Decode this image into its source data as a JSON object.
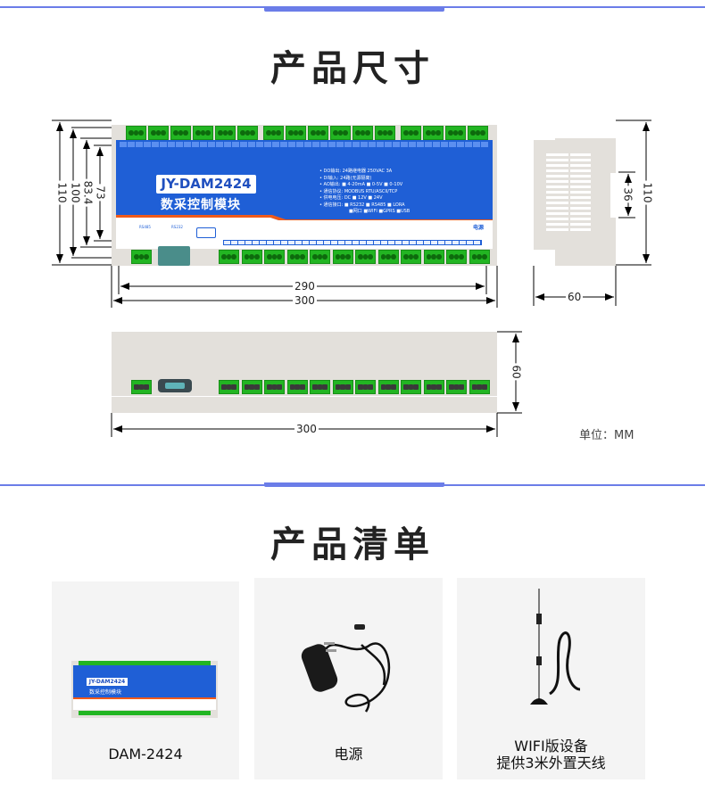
{
  "sections": {
    "dimensions": {
      "title": "产品尺寸"
    },
    "package": {
      "title": "产品清单"
    }
  },
  "module": {
    "model_label": "JY-DAM2424",
    "name_label": "数采控制模块",
    "specs": [
      "• DO输出:  24路继电器 250VAC 3A",
      "• DI输入:  24路(无源隔离)",
      "• AO输出:  ■ 4-20mA ■ 0-5V ■ 0-10V",
      "• 通信协议:  MODBUS RTU/ASCII/TCP",
      "• 供电电压:  DC ■ 12V ■ 24V",
      "• 通信接口:  ■ RS232 ■ RS485 ■ LORA",
      "■网口 ■WIFI ■GPRS ■USB"
    ],
    "power_label": "电源",
    "rs232_label": "RS232",
    "rs485_label": "RS485"
  },
  "dimensions": {
    "top_view": {
      "width_inner": "290",
      "width_outer": "300",
      "h1": "110",
      "h2": "100",
      "h3": "83.4",
      "h4": "73"
    },
    "side_view": {
      "height": "110",
      "depth": "60",
      "slot": "36"
    },
    "front_view": {
      "width": "300",
      "height": "60"
    },
    "unit_label": "单位：MM"
  },
  "package_items": [
    {
      "label": "DAM-2424",
      "icon": "module-photo"
    },
    {
      "label": "电源",
      "icon": "power-adapter-photo"
    },
    {
      "label_line1": "WIFI版设备",
      "label_line2": "提供3米外置天线",
      "icon": "antenna-photo"
    }
  ],
  "colors": {
    "accent": "#6b7de8",
    "module_blue": "#1f5fd6",
    "terminal_green": "#22b522",
    "orange_stripe": "#f05a1a",
    "housing": "#e3e0db"
  }
}
